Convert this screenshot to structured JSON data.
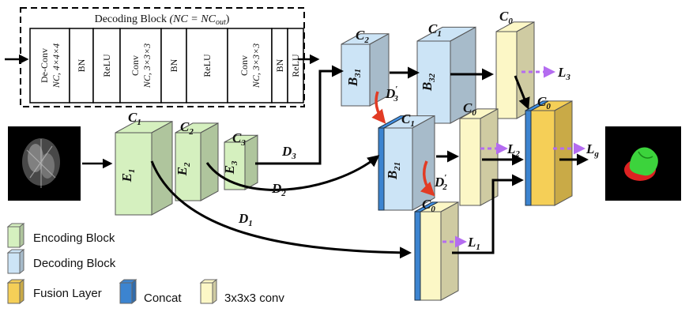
{
  "decoding_block": {
    "title": "Decoding Block",
    "title_formula": "(NC = NC",
    "title_sub": "out",
    "title_close": ")",
    "layers": [
      {
        "line1": "De-Conv",
        "line2": "NC, 4×4×4"
      },
      {
        "line1": "BN",
        "line2": ""
      },
      {
        "line1": "ReLU",
        "line2": ""
      },
      {
        "line1": "Conv",
        "line2": "NC, 3×3×3"
      },
      {
        "line1": "BN",
        "line2": ""
      },
      {
        "line1": "ReLU",
        "line2": ""
      },
      {
        "line1": "Conv",
        "line2": "NC, 3×3×3"
      },
      {
        "line1": "BN",
        "line2": ""
      },
      {
        "line1": "ReLU",
        "line2": ""
      }
    ]
  },
  "blocks": {
    "E1": {
      "label": "E",
      "sub": "1",
      "channel": "C",
      "channel_sub": "1"
    },
    "E2": {
      "label": "E",
      "sub": "2",
      "channel": "C",
      "channel_sub": "2"
    },
    "E3": {
      "label": "E",
      "sub": "3",
      "channel": "C",
      "channel_sub": "3"
    },
    "B31": {
      "label": "B",
      "sub": "31",
      "channel": "C",
      "channel_sub": "2"
    },
    "B32": {
      "label": "B",
      "sub": "32",
      "channel": "C",
      "channel_sub": "1"
    },
    "B21": {
      "label": "B",
      "sub": "21",
      "channel": "C",
      "channel_sub": "1"
    },
    "conv_top": {
      "channel": "C",
      "channel_sub": "0"
    },
    "conv_mid": {
      "channel": "C",
      "channel_sub": "0"
    },
    "conv_bottom": {
      "channel": "C",
      "channel_sub": "0"
    },
    "fusion": {
      "channel": "C",
      "channel_sub": "0"
    }
  },
  "connections": {
    "D1": {
      "label": "D",
      "sub": "1"
    },
    "D2": {
      "label": "D",
      "sub": "2"
    },
    "D3": {
      "label": "D",
      "sub": "3"
    },
    "D3p": {
      "label": "D",
      "sup": "′",
      "sub": "3"
    },
    "D2p": {
      "label": "D",
      "sup": "′",
      "sub": "2"
    }
  },
  "losses": {
    "L1": {
      "label": "L",
      "sub": "1"
    },
    "L2": {
      "label": "L",
      "sub": "2"
    },
    "L3": {
      "label": "L",
      "sub": "3"
    },
    "Lg": {
      "label": "L",
      "sub": "g"
    }
  },
  "legend": {
    "encoding": "Encoding Block",
    "decoding": "Decoding Block",
    "fusion": "Fusion Layer",
    "concat": "Concat",
    "conv": "3x3x3 conv"
  },
  "colors": {
    "encoding": "#d5f0bf",
    "decoding": "#cce4f6",
    "fusion": "#f5cf57",
    "concat": "#3c84d0",
    "conv": "#fcf7c6",
    "skip_arrow": "#e23b24",
    "loss_arrow": "#b46cf0"
  }
}
